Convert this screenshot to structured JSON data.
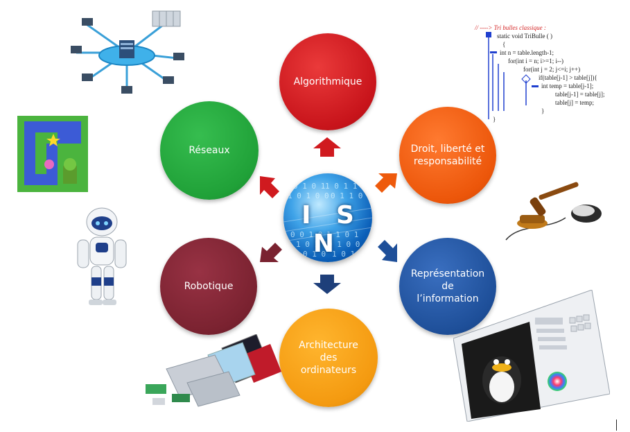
{
  "center": {
    "label": "I S N"
  },
  "topics": [
    {
      "id": "algorithmique",
      "label": "Algorithmique",
      "color": "#d01a1f"
    },
    {
      "id": "droit",
      "label": "Droit, liberté et\nresponsabilité",
      "color": "#ee5a0c"
    },
    {
      "id": "representation",
      "label": "Représentation\nde\nl’information",
      "color": "#1e4f99"
    },
    {
      "id": "architecture",
      "label": "Architecture\ndes\nordinateurs",
      "color": "#f49a10"
    },
    {
      "id": "robotique",
      "label": "Robotique",
      "color": "#7a2230"
    },
    {
      "id": "reseaux",
      "label": "Réseaux",
      "color": "#20a138"
    }
  ],
  "code": {
    "comment": "// ----> Tri bulles classique :",
    "lines": [
      "static void TriBulle ( )",
      "{",
      "int n = table.length-1;",
      "for(int i = n; i>=1; i--)",
      "for(int j = 2; j<=i; j++)",
      "if(table[j-1] > table[j]){",
      "int temp = table[j-1];",
      "table[j-1] = table[j];",
      "table[j] = temp;",
      "}",
      "}"
    ]
  },
  "icons": {
    "network": "network-icon",
    "maze_game": "maze-game-icon",
    "robot": "robot-icon",
    "gavel_mouse": "gavel-mouse-icon",
    "exploded_computer": "computer-parts-icon",
    "penguin_editor": "penguin-image-editor-icon"
  }
}
